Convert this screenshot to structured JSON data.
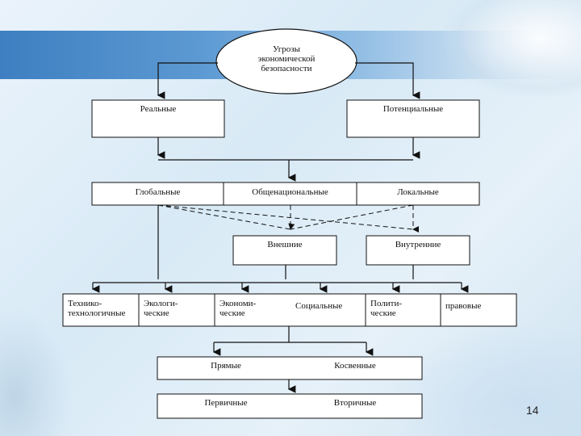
{
  "diagram": {
    "root": "Угрозы\nэкономической\nбезопасности",
    "level1": {
      "left": "Реальные",
      "right": "Потенциальные"
    },
    "level2": {
      "left": "Глобальные",
      "middle": "Общенациональные",
      "right": "Локальные"
    },
    "level3": {
      "left": "Внешние",
      "right": "Внутренние"
    },
    "level4": [
      "Технико-\nтехнологичные",
      "Экологи-\nческие",
      "Экономи-\nческие",
      "Социальные",
      "Полити-\nческие",
      "правовые"
    ],
    "level5": {
      "left": "Прямые",
      "right": "Косвенные"
    },
    "level6": {
      "left": "Первичные",
      "right": "Вторичные"
    }
  },
  "slide": {
    "page_number": "14"
  }
}
